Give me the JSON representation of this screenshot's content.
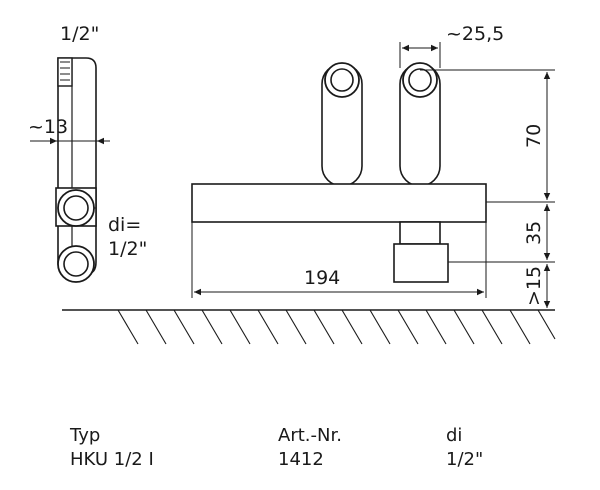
{
  "dimensions": {
    "thread": "1/2\"",
    "side_width": "~13",
    "di_label_line1": "di=",
    "di_label_line2": "1/2\"",
    "pipe_spacing": "~25,5",
    "height_70": "70",
    "height_35": "35",
    "height_15": ">15",
    "width_194": "194"
  },
  "table": {
    "headers": [
      "Typ",
      "Art.-Nr.",
      "di"
    ],
    "rows": [
      [
        "HKU 1/2 I",
        "1412",
        "1/2\""
      ]
    ]
  },
  "colors": {
    "line": "#1a1a1a",
    "background": "#ffffff"
  }
}
